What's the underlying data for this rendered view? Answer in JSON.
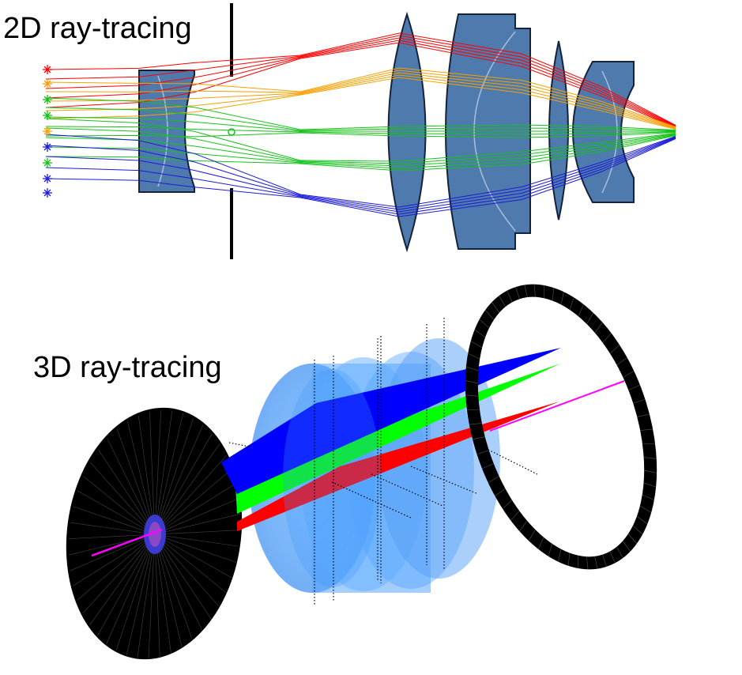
{
  "labels": {
    "top": "2D ray-tracing",
    "bottom": "3D ray-tracing"
  },
  "colors": {
    "lens_fill": "#4f7aae",
    "lens_edge": "#14233a",
    "lens_arc": "#a7bdd9",
    "ray_red": "#ff0000",
    "ray_orange": "#f5a000",
    "ray_green": "#16c21a",
    "ray_blue": "#1c1cd6",
    "stop": "#000000",
    "lens_3d": "#3c96ff",
    "detector": "#000000",
    "chief_ray": "#ff00ff"
  },
  "ray_fields": [
    "red",
    "orange",
    "green",
    "blue"
  ]
}
